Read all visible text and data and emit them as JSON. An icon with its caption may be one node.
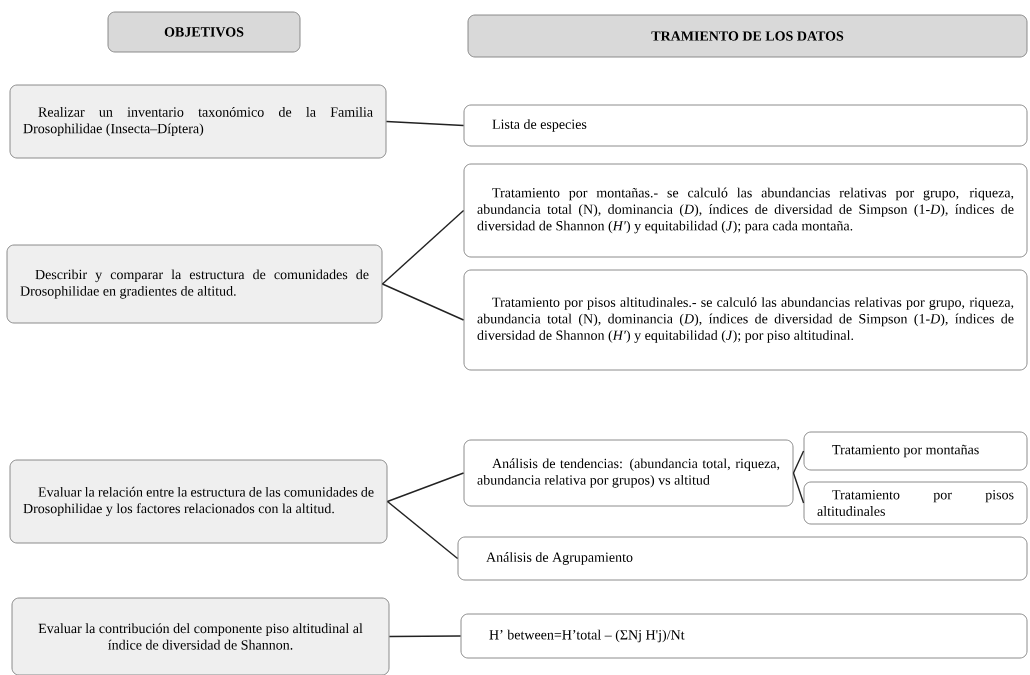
{
  "diagram": {
    "nodes": [
      {
        "text": [
          "OBJETIVOS"
        ]
      },
      {
        "text": [
          "TRAMIENTO DE LOS DATOS"
        ]
      },
      {
        "text": [
          "Realizar un inventario taxonómico de la Familia Drosophilidae (Insecta–Díptera)"
        ]
      },
      {
        "text": [
          "Lista de especies"
        ]
      },
      {
        "text": [
          "Describir y comparar la estructura de comunidades de Drosophilidae en gradientes de altitud."
        ]
      },
      {
        "text": [
          "Tratamiento por montañas.- se calculó las abundancias relativas por grupo, riqueza, abundancia total (N), dominancia (*D*), índices de diversidad de Simpson (1-*D*), índices de diversidad de Shannon (*H'*) y equitabilidad (*J*); para cada montaña."
        ]
      },
      {
        "text": [
          "Tratamiento por pisos altitudinales.- se calculó las abundancias relativas por grupo, riqueza, abundancia total (N), dominancia (*D*), índices de diversidad de Simpson (1-*D*), índices de diversidad de Shannon (*H'*) y equitabilidad (*J*); por piso altitudinal."
        ]
      },
      {
        "text": [
          "Evaluar la relación entre la estructura de las comunidades de Drosophilidae y los factores relacionados con la altitud."
        ]
      },
      {
        "text": [
          "Análisis de tendencias: (abundancia total, riqueza, abundancia relativa por grupos) vs altitud"
        ]
      },
      {
        "text": [
          "Tratamiento por montañas"
        ]
      },
      {
        "text": [
          "Tratamiento por pisos altitudinales"
        ]
      },
      {
        "text": [
          "Análisis de Agrupamiento"
        ]
      },
      {
        "text": [
          "Evaluar la contribución del componente piso altitudinal al índice de diversidad de Shannon."
        ]
      },
      {
        "text": [
          "H’ between=H’total – (ΣNj H'j)/Nt"
        ]
      }
    ],
    "edges": [
      {
        "from": 2,
        "to": 3,
        "arrow": "none"
      },
      {
        "from": 4,
        "to": 5,
        "arrow": "none"
      },
      {
        "from": 4,
        "to": 6,
        "arrow": "none"
      },
      {
        "from": 7,
        "to": 8,
        "arrow": "none"
      },
      {
        "from": 7,
        "to": 11,
        "arrow": "none"
      },
      {
        "from": 8,
        "to": 9,
        "arrow": "none"
      },
      {
        "from": 8,
        "to": 10,
        "arrow": "none"
      },
      {
        "from": 12,
        "to": 13,
        "arrow": "none"
      }
    ]
  }
}
